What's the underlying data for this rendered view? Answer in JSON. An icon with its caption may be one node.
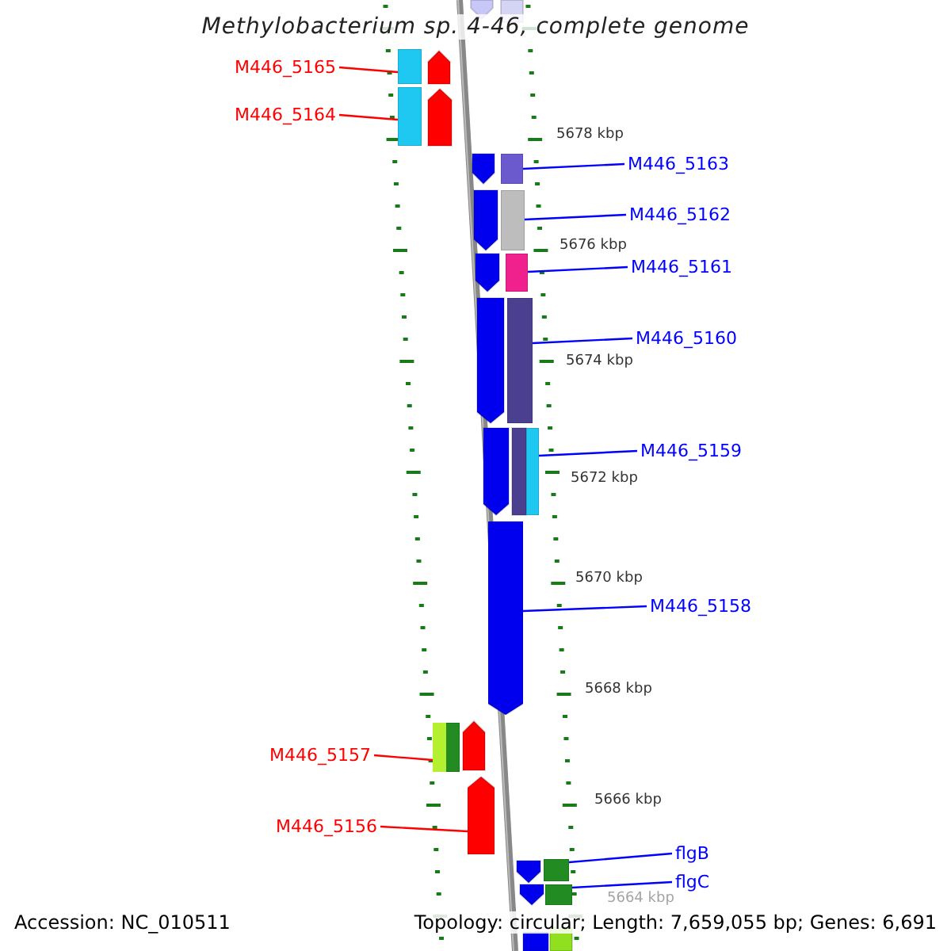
{
  "diagram": {
    "title": "Methylobacterium sp. 4-46, complete genome",
    "nodes": [
      {
        "text": [
          "M446_5165"
        ]
      },
      {
        "text": [
          "M446_5164"
        ]
      },
      {
        "text": [
          "M446_5163"
        ]
      },
      {
        "text": [
          "M446_5162"
        ]
      },
      {
        "text": [
          "M446_5161"
        ]
      },
      {
        "text": [
          "M446_5160"
        ]
      },
      {
        "text": [
          "M446_5159"
        ]
      },
      {
        "text": [
          "M446_5158"
        ]
      },
      {
        "text": [
          "M446_5157"
        ]
      },
      {
        "text": [
          "M446_5156"
        ]
      },
      {
        "text": [
          "flgB"
        ]
      },
      {
        "text": [
          "flgC"
        ]
      },
      {
        "text": [],
        "shape": "bar"
      },
      {
        "text": [],
        "shape": "bar"
      },
      {
        "text": [],
        "shape": "bar"
      },
      {
        "text": [],
        "shape": "bar"
      },
      {
        "text": [],
        "shape": "bar"
      },
      {
        "text": [],
        "shape": "bar"
      },
      {
        "text": [],
        "shape": "bar"
      },
      {
        "text": [],
        "shape": "bar"
      },
      {
        "text": [],
        "shape": "bar"
      },
      {
        "text": [],
        "shape": "bar"
      },
      {
        "text": [],
        "shape": "bar"
      },
      {
        "text": [],
        "shape": "bar"
      }
    ],
    "edges": [
      {
        "from": 0,
        "to": 12,
        "arrow": "none",
        "color": "#ff0000"
      },
      {
        "from": 1,
        "to": 13,
        "arrow": "none",
        "color": "#ff0000"
      },
      {
        "from": 2,
        "to": 14,
        "arrow": "none"
      },
      {
        "from": 3,
        "to": 15,
        "arrow": "none"
      },
      {
        "from": 4,
        "to": 16,
        "arrow": "none"
      },
      {
        "from": 5,
        "to": 17,
        "arrow": "none"
      },
      {
        "from": 6,
        "to": 18,
        "arrow": "none"
      },
      {
        "from": 7,
        "to": 19,
        "arrow": "none"
      },
      {
        "from": 8,
        "to": 20,
        "arrow": "none",
        "color": "#ff0000"
      },
      {
        "from": 9,
        "to": 21,
        "arrow": "none",
        "color": "#ff0000"
      },
      {
        "from": 10,
        "to": 22,
        "arrow": "none"
      },
      {
        "from": 11,
        "to": 23,
        "arrow": "none"
      }
    ],
    "labels": [
      "5678 kbp",
      "5676 kbp",
      "5674 kbp",
      "5672 kbp",
      "5670 kbp",
      "5668 kbp",
      "5666 kbp",
      "5664 kbp",
      "Accession: NC_010511",
      "Topology: circular; Length: 7,659,055 bp; Genes: 6,691"
    ]
  }
}
